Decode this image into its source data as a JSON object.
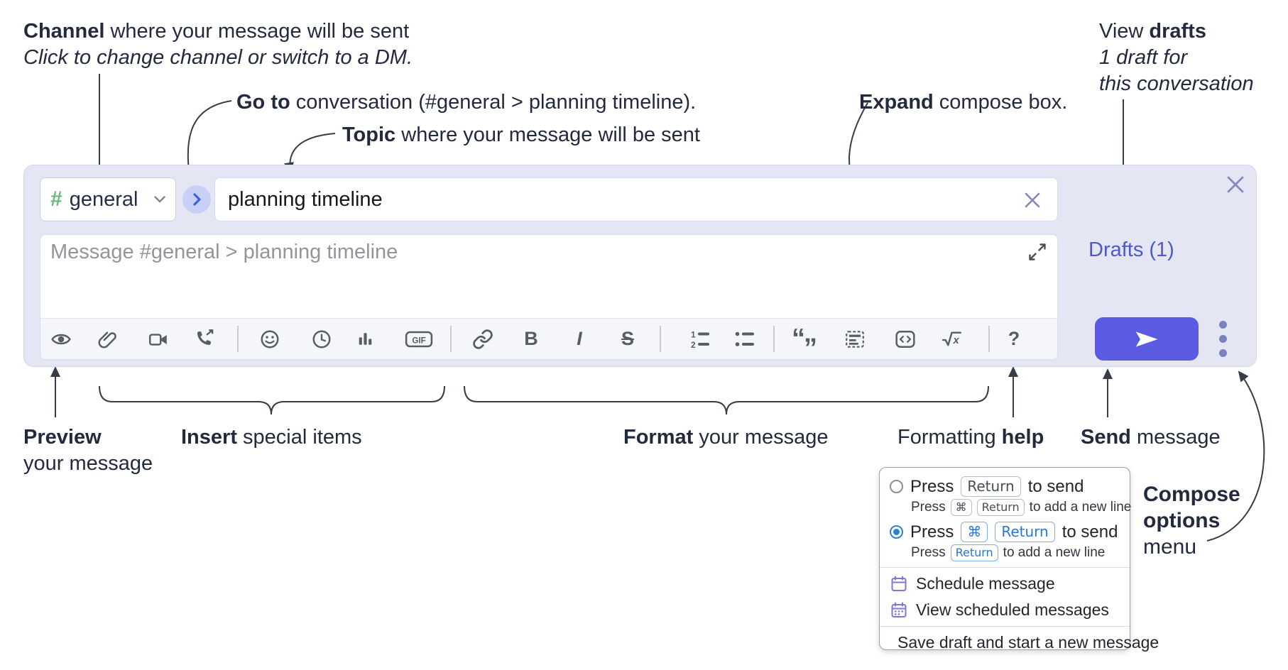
{
  "annotations": {
    "channel": {
      "lead": "Channel",
      "rest": " where your message will be sent",
      "sub": "Click to change channel or switch to a DM."
    },
    "goto": {
      "lead": "Go to",
      "rest": " conversation (#general > planning timeline)."
    },
    "topic": {
      "lead": "Topic",
      "rest": " where your message will be sent"
    },
    "expand": {
      "lead": "Expand",
      "rest": " compose box."
    },
    "view_drafts": {
      "pre": "View ",
      "bold": "drafts",
      "line2": "1 draft for",
      "line3": "this conversation"
    },
    "preview": {
      "lead": "Preview",
      "sub": "your message"
    },
    "insert": {
      "lead": "Insert",
      "rest": " special items"
    },
    "format": {
      "lead": "Format",
      "rest": " your message"
    },
    "formatting_help": {
      "pre": "Formatting ",
      "bold": "help"
    },
    "send": {
      "lead": "Send",
      "rest": " message"
    },
    "compose_options": {
      "line1": "Compose",
      "line2": "options",
      "line3": "menu"
    }
  },
  "compose": {
    "channel": {
      "hash": "#",
      "name": "general"
    },
    "topic": {
      "value": "planning timeline"
    },
    "message": {
      "placeholder": "Message #general > planning timeline"
    },
    "drafts_link": "Drafts (1)"
  },
  "toolbar": {
    "bold": "B",
    "italic": "I",
    "strike": "S",
    "gif": "GIF",
    "help": "?",
    "ol1": "1",
    "ol2": "2",
    "quote_open": "“",
    "quote_close": "”",
    "math_x": "x"
  },
  "menu": {
    "option_return": {
      "pre": "Press",
      "kbd": "Return",
      "post": "to send",
      "sub_pre": "Press",
      "sub_kbd1": "⌘",
      "sub_kbd2": "Return",
      "sub_post": "to add a new line"
    },
    "option_cmd_return": {
      "pre": "Press",
      "kbd1": "⌘",
      "kbd2": "Return",
      "post": "to send",
      "sub_pre": "Press",
      "sub_kbd": "Return",
      "sub_post": "to add a new line"
    },
    "items": [
      "Schedule message",
      "View scheduled messages",
      "Save draft and start a new message"
    ]
  },
  "colors": {
    "compose_bg": "#e4e6f4",
    "send_button": "#5a5be0",
    "drafts_link": "#4f5ac8",
    "radio_selected": "#2c7fd8",
    "menu_icon_purple": "#7b78d8",
    "hash_green": "#65b979"
  }
}
